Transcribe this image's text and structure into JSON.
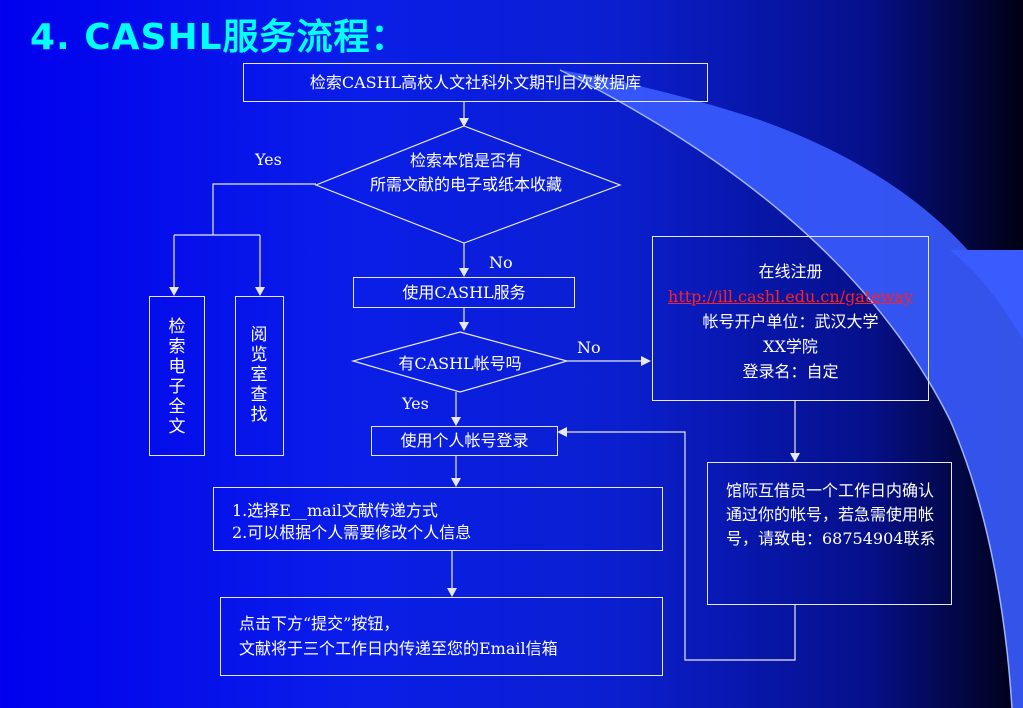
{
  "title": "4. CASHL服务流程：",
  "nodes": {
    "search_db": "检索CASHL高校人文社科外文期刊目次数据库",
    "decision_holdings_1": "检索本馆是否有",
    "decision_holdings_2": "所需文献的电子或纸本收藏",
    "use_cashl": "使用CASHL服务",
    "decision_account": "有CASHL帐号吗",
    "login": "使用个人帐号登录",
    "select_1": "1.选择E__mail文献传递方式",
    "select_2": "2.可以根据个人需要修改个人信息",
    "submit_1": "点击下方“提交”按钮，",
    "submit_2": "文献将于三个工作日内传递至您的Email信箱",
    "search_fulltext": "检索电子全文",
    "reading_room": "阅览室查找",
    "register_title": "在线注册",
    "register_link": "http://ill.cashl.edu.cn/gateway",
    "register_line3": "帐号开户单位：武汉大学",
    "register_line4": "XX学院",
    "register_line5": "登录名：自定",
    "confirm": "馆际互借员一个工作日内确认通过你的帐号，若急需使用帐号，请致电：68754904联系"
  },
  "edge_labels": {
    "yes_holdings": "Yes",
    "no_holdings": "No",
    "no_account": "No",
    "yes_account": "Yes"
  },
  "colors": {
    "background": "#0000ee",
    "title": "#00ffff",
    "link": "#ff2020",
    "line": "#e8e8e8"
  }
}
